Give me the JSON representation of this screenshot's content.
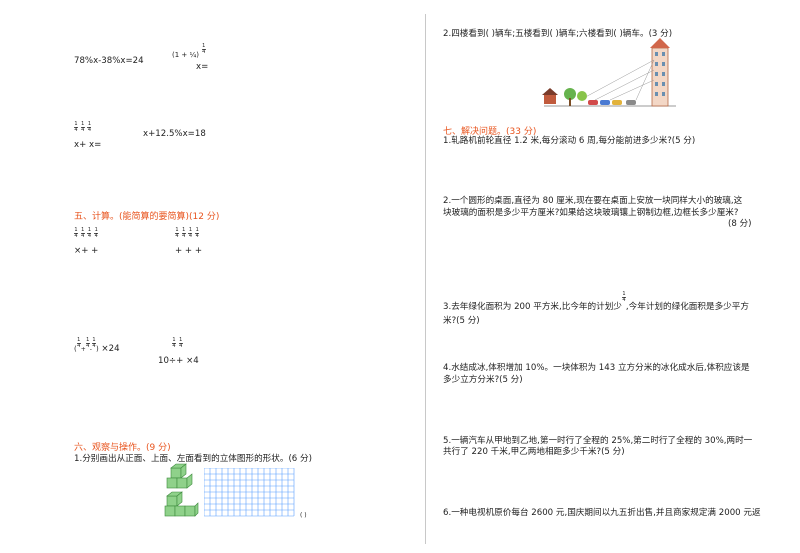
{
  "left": {
    "eq1": "78%x-38%x=24",
    "eq2_expr": "(1 + ¼)",
    "eq2_tail": "x=",
    "eq3_tail": "x+  x=",
    "eq4": "x+12.5%x=18",
    "sec5_title": "五、计算。(能简算的要简算)(12 分)",
    "calc1_tail": "×+ +",
    "calc2_tail": "+ + +",
    "calc3_tail": "×24",
    "calc4_head": "10÷",
    "calc4_tail": "+ ×4",
    "sec6_title": "六、观察与操作。(9 分)",
    "obs_q1": "1.分别画出从正面、上面、左面看到的立体图形的形状。(6 分)",
    "paren": "( )"
  },
  "right": {
    "q2": "2.四楼看到(      )辆车;五楼看到(      )辆车;六楼看到(      )辆车。(3 分)",
    "sec7_title": "七、解决问题。(33 分)",
    "p1": "1.轧路机前轮直径 1.2 米,每分滚动 6 周,每分能前进多少米?(5 分)",
    "p2_line1": "2.一个圆形的桌面,直径为 80 厘米,现在要在桌面上安放一块同样大小的玻璃,这",
    "p2_line2": "块玻璃的面积是多少平方厘米?如果给这块玻璃镶上钢制边框,边框长多少厘米?",
    "p2_score": "(8 分)",
    "p3_line1_a": "3.去年绿化面积为 200 平方米,比今年的计划少",
    "p3_line1_b": ",今年计划的绿化面积是多少平方",
    "p3_line2": "米?(5 分)",
    "p4_line1": "4.水结成冰,体积增加 10%。一块体积为 143 立方分米的冰化成水后,体积应该是",
    "p4_line2": "多少立方分米?(5 分)",
    "p5_line1": "5.一辆汽车从甲地到乙地,第一时行了全程的 25%,第二时行了全程的 30%,两时一",
    "p5_line2": "共行了 220 千米,甲乙两地相距多少千米?(5 分)",
    "p6_line1": "6.一种电视机原价每台 2600 元,国庆期间以九五折出售,并且商家规定满 2000 元返"
  },
  "colors": {
    "section": "#e8541e",
    "cube": "#8fd18a",
    "grid": "#5aa0ff"
  },
  "icons": [
    "building-illustration",
    "cube-stack-illustration",
    "grid-paper"
  ]
}
